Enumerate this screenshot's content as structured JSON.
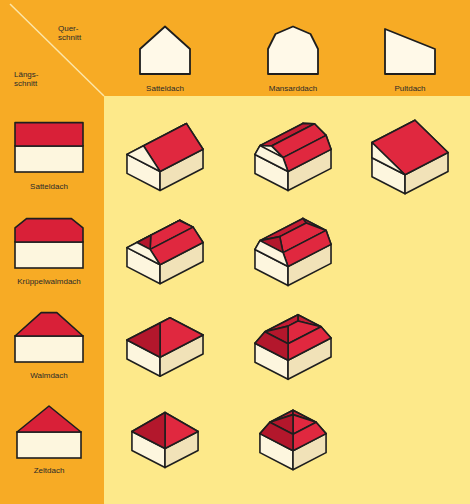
{
  "diagram": {
    "labels": [
      "Quer- schnitt",
      "Längs- schnitt",
      "Satteldach",
      "Mansarddach",
      "Pultdach",
      "Satteldach",
      "Krüppelwalmdach",
      "Walmdach",
      "Zeltdach"
    ]
  }
}
